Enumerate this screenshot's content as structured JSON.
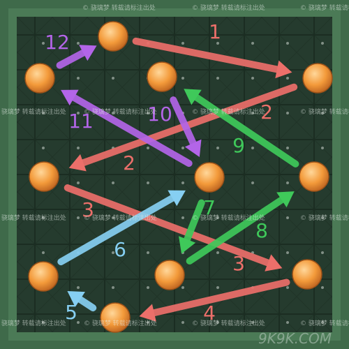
{
  "puzzle": {
    "colors": {
      "frame": "#3f6a4a",
      "board": "#243a2d",
      "tile_line": "#1b2d22",
      "dot": "#cfd8d2",
      "node_fill": "#f39a3a",
      "node_highlight": "#ffd79a",
      "red": "#ec6f6a",
      "green": "#3fc95a",
      "blue": "#86cff2",
      "purple": "#b365e8"
    },
    "nodes": [
      {
        "id": "n1",
        "col": 1,
        "row": 0
      },
      {
        "id": "n2",
        "col": 3,
        "row": 1
      },
      {
        "id": "n3",
        "col": 0,
        "row": 2
      },
      {
        "id": "n4",
        "col": 2,
        "row": 3
      },
      {
        "id": "n5",
        "col": 1,
        "row": 4
      },
      {
        "id": "n6",
        "col": 0,
        "row": 5
      },
      {
        "id": "n7",
        "col": 3,
        "row": 6
      },
      {
        "id": "n8",
        "col": 3,
        "row": 7
      },
      {
        "id": "n9",
        "col": 0,
        "row": 7
      },
      {
        "id": "n10",
        "col": 3,
        "row": 8
      },
      {
        "id": "n11",
        "col": 2,
        "row": 9
      }
    ],
    "moves": [
      {
        "label": "1",
        "color": "red"
      },
      {
        "label": "2",
        "color": "red"
      },
      {
        "label": "2",
        "color": "red"
      },
      {
        "label": "3",
        "color": "red"
      },
      {
        "label": "3",
        "color": "red"
      },
      {
        "label": "4",
        "color": "red"
      },
      {
        "label": "5",
        "color": "blue"
      },
      {
        "label": "6",
        "color": "blue"
      },
      {
        "label": "7",
        "color": "green"
      },
      {
        "label": "8",
        "color": "green"
      },
      {
        "label": "9",
        "color": "green"
      },
      {
        "label": "10",
        "color": "purple"
      },
      {
        "label": "11",
        "color": "purple"
      },
      {
        "label": "12",
        "color": "purple"
      }
    ],
    "watermark_text": "© 骁璃梦 转载请标注出处",
    "corner_watermark": "9K9K.COM"
  }
}
